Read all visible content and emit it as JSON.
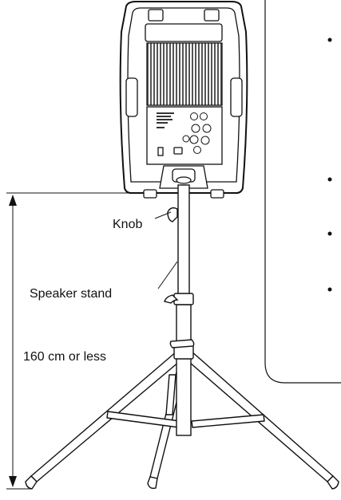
{
  "labels": {
    "knob": "Knob",
    "speaker_stand": "Speaker stand",
    "max_height": "160 cm or less"
  },
  "colors": {
    "line": "#111111",
    "speaker_grille": "#555555",
    "background": "#ffffff"
  }
}
